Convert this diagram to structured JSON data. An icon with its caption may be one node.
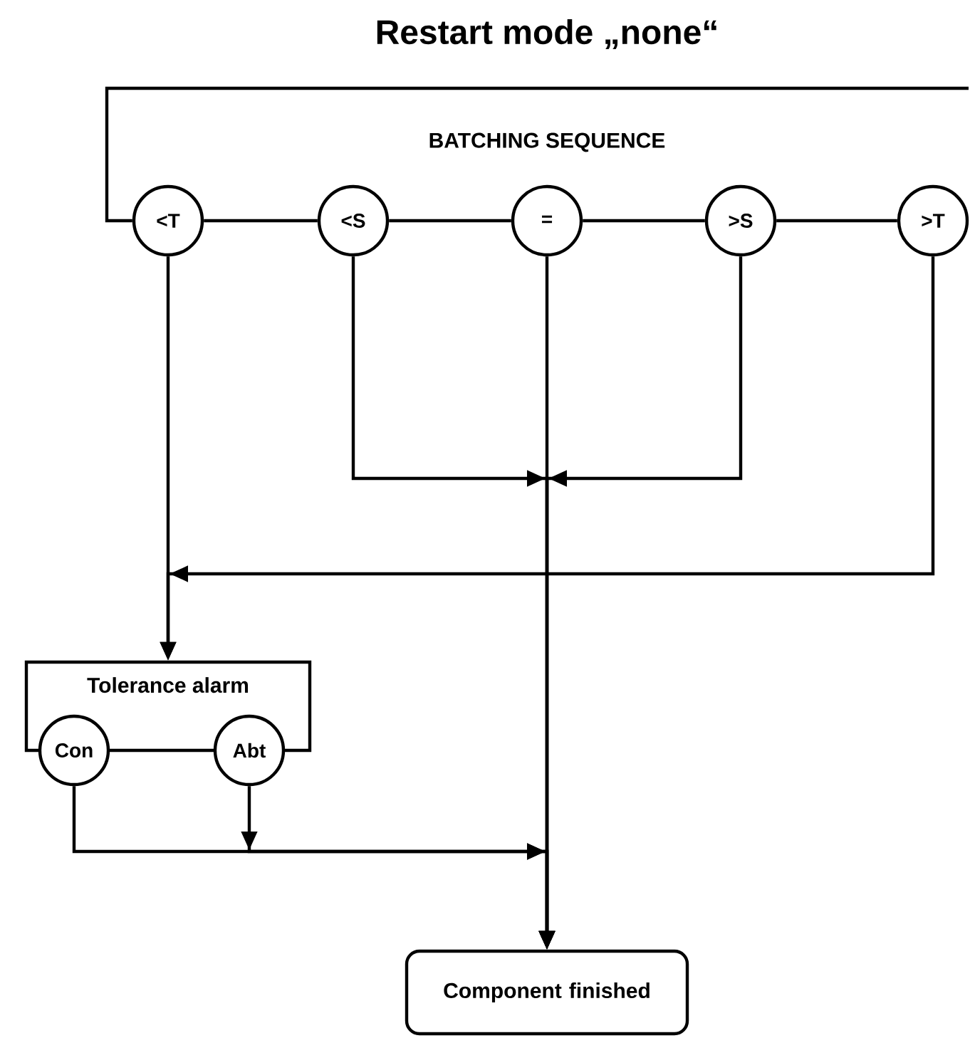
{
  "diagram": {
    "title": "Restart mode „none“",
    "nodes": [
      {
        "text": [
          "<T"
        ]
      },
      {
        "text": [
          "<S"
        ]
      },
      {
        "text": [
          "="
        ]
      },
      {
        "text": [
          ">S"
        ]
      },
      {
        "text": [
          ">T"
        ]
      },
      {
        "text": [
          "Tolerance alarm"
        ]
      },
      {
        "text": [
          "Con"
        ]
      },
      {
        "text": [
          "Abt"
        ]
      },
      {
        "text": [
          "Component finished"
        ]
      }
    ],
    "edges": [
      {
        "from": 0,
        "to": 1,
        "arrow": "none"
      },
      {
        "from": 1,
        "to": 2,
        "arrow": "none"
      },
      {
        "from": 2,
        "to": 3,
        "arrow": "none"
      },
      {
        "from": 3,
        "to": 4,
        "arrow": "none"
      },
      {
        "from": 0,
        "to": null,
        "arrow": "none"
      },
      {
        "from": 1,
        "to": 8,
        "arrow": "to"
      },
      {
        "from": 3,
        "to": 8,
        "arrow": "to"
      },
      {
        "from": 2,
        "to": 8,
        "arrow": "to"
      },
      {
        "from": 4,
        "to": 5,
        "arrow": "to"
      },
      {
        "from": 0,
        "to": 5,
        "arrow": "to"
      },
      {
        "from": 6,
        "to": 8,
        "arrow": "to"
      },
      {
        "from": 7,
        "to": 8,
        "arrow": "to"
      }
    ],
    "labels": [
      "BATCHING SEQUENCE"
    ]
  }
}
